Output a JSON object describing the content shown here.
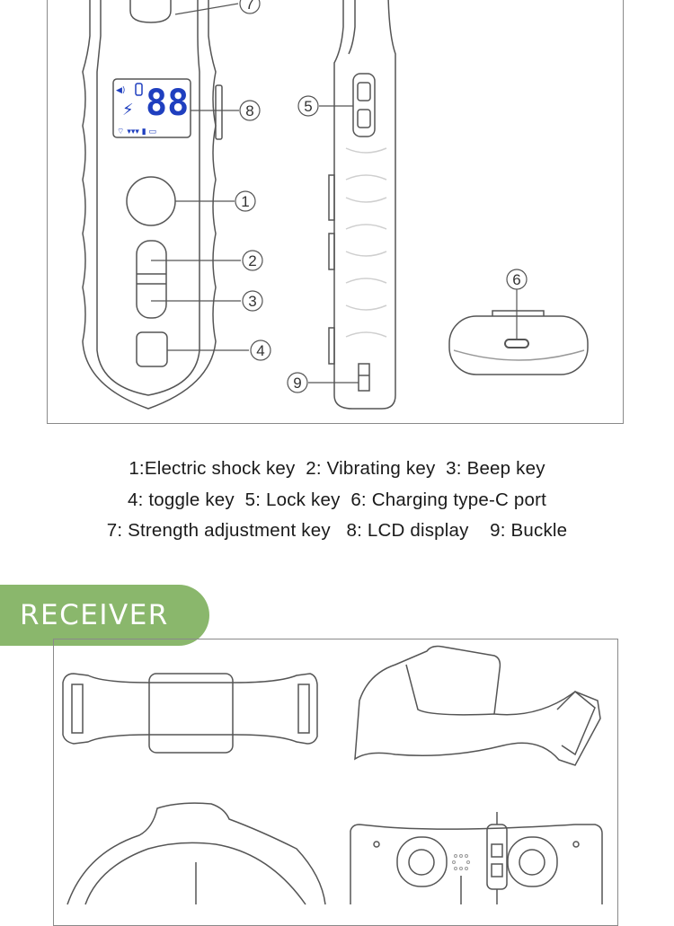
{
  "callouts": {
    "c1": "1",
    "c2": "2",
    "c3": "3",
    "c4": "4",
    "c5": "5",
    "c6": "6",
    "c7": "7",
    "c8": "8",
    "c9": "9"
  },
  "lcd": {
    "digits": "88"
  },
  "legend": {
    "line1": "1:Electric shock key  2: Vibrating key  3: Beep key",
    "line2": "4: toggle key  5: Lock key  6: Charging type-C port",
    "line3": "7: Strength adjustment key   8: LCD display    9: Buckle"
  },
  "receiver": {
    "title": "RECEIVER"
  },
  "colors": {
    "banner": "#8ab76c",
    "lcd_blue": "#1f3fbf",
    "line": "#555555",
    "frame": "#8a8a8a"
  }
}
